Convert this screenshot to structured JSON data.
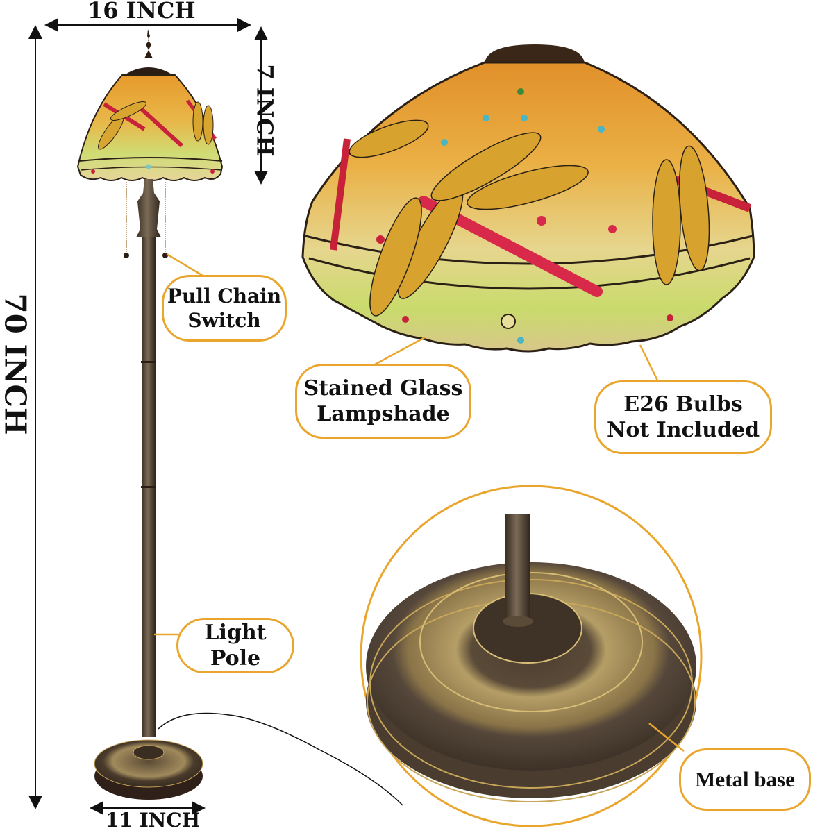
{
  "dimensions": {
    "shade_width": "16 INCH",
    "shade_height": "7 INCH",
    "total_height": "70 INCH",
    "base_width": "11 INCH"
  },
  "callouts": {
    "pull_chain": {
      "line1": "Pull Chain",
      "line2": "Switch"
    },
    "stained_glass": {
      "line1": "Stained Glass",
      "line2": "Lampshade"
    },
    "bulbs": {
      "line1": "E26 Bulbs",
      "line2": "Not Included"
    },
    "light_pole": {
      "line1": "Light Pole"
    },
    "metal_base": {
      "line1": "Metal base"
    }
  },
  "colors": {
    "callout_border": "#E9A52C",
    "bronze": "#4a3b2c",
    "shade_green": "#c9d86a",
    "shade_amber": "#e59a2a",
    "dragonfly_red": "#c8223a",
    "arrow": "#111111"
  }
}
